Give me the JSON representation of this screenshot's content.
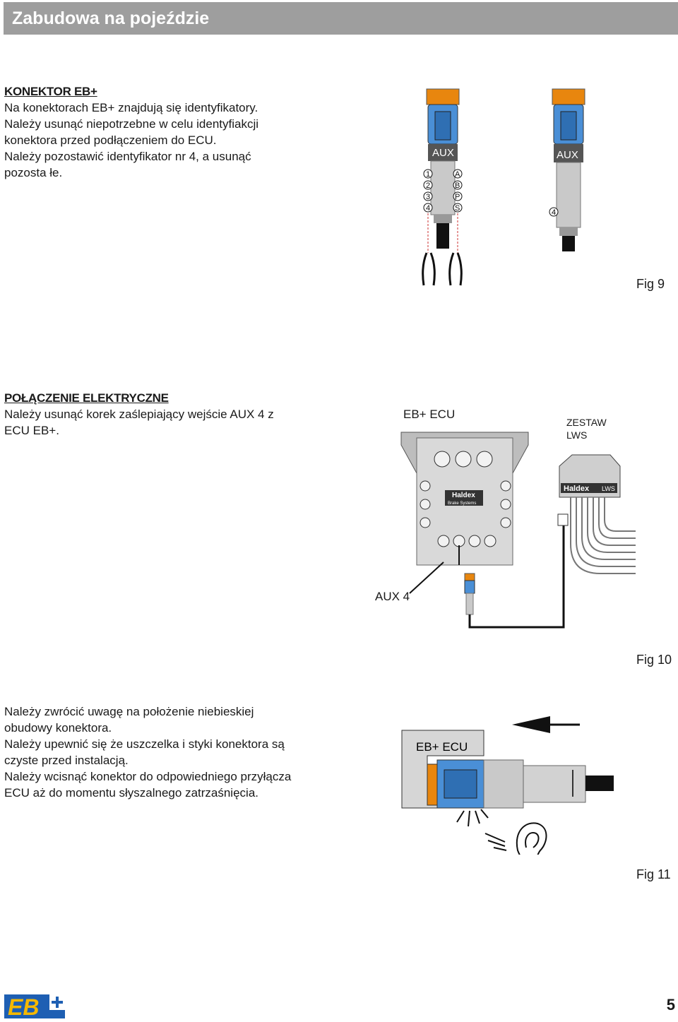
{
  "header": {
    "title": "Zabudowa na pojeździe"
  },
  "section1": {
    "heading": "KONEKTOR EB+",
    "lines": [
      "Na konektorach EB+ znajdują się identyfikatory.",
      "Należy usunąć niepotrzebne w celu identyfiakcji",
      "konektora przed podłączeniem do ECU.",
      "Należy pozostawić identyfikator nr 4, a usunąć",
      "pozosta łe."
    ]
  },
  "fig9": {
    "label": "Fig  9",
    "left_connector": {
      "tag": "AUX",
      "ids_left": [
        "1",
        "2",
        "3",
        "4"
      ],
      "ids_right": [
        "A",
        "B",
        "P",
        "S"
      ]
    },
    "right_connector": {
      "tag": "AUX",
      "id": "4"
    }
  },
  "section2": {
    "heading": "POŁĄCZENIE ELEKTRYCZNE",
    "lines": [
      "Należy usunąć korek zaślepiający wejście AUX 4 z",
      "ECU EB+."
    ]
  },
  "fig10": {
    "label": "Fig 10",
    "ecu_label": "EB+ ECU",
    "lws_label_line1": "ZESTAW",
    "lws_label_line2": "LWS",
    "aux_label": "AUX 4",
    "ecu_brand": "Haldex",
    "ecu_brand_sub": "Brake Systems",
    "lws_brand": "Haldex",
    "lws_brand_sub": "LWS"
  },
  "section3": {
    "lines": [
      "Należy zwrócić uwagę na położenie niebieskiej",
      "obudowy konektora.",
      "Należy upewnić się że uszczelka i styki konektora są",
      "czyste przed instalacją.",
      "Należy wcisnąć konektor do odpowiedniego przyłącza",
      "ECU aż do momentu słyszalnego zatrzaśnięcia."
    ]
  },
  "fig11": {
    "label": "Fig 11",
    "ecu_label": "EB+ ECU"
  },
  "footer": {
    "logo_text": "EB",
    "page_number": "5"
  },
  "colors": {
    "header_bg": "#9e9e9e",
    "blue": "#4a8fd6",
    "orange": "#e8860e",
    "gray": "#c9c9c9",
    "logo_blue": "#1e5fb3",
    "logo_yellow": "#f5b800"
  }
}
